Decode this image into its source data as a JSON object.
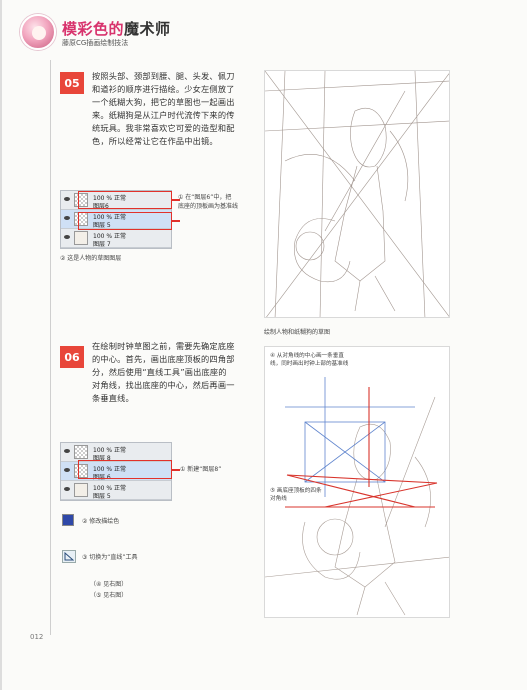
{
  "header": {
    "brand_a": "模彩色的",
    "brand_b": "魔术师",
    "subtitle": "藤原CG插画绘制技法"
  },
  "step5": {
    "number": "05",
    "text": [
      "按照头部、颈部到腰、腿、头发、佩刀",
      "和道衫的顺序进行描绘。少女左侧放了",
      "一个纸糊大狗，把它的草图也一起画出",
      "来。纸糊狗是从江户时代流传下来的传",
      "统玩具。我非常喜欢它可爱的造型和配",
      "色，所以经常让它在作品中出镜。"
    ],
    "layers": [
      {
        "mode": "100 % 正常",
        "name": "图层6"
      },
      {
        "mode": "100 % 正常",
        "name": "图层 5"
      },
      {
        "mode": "100 % 正常",
        "name": "图层 7"
      }
    ],
    "note1": [
      "① 在“图层6”中，把",
      "底座的顶板画为基准线"
    ],
    "note2": "② 这是人物的草图图层",
    "caption": "绘制人物和纸糊狗的草图"
  },
  "step6": {
    "number": "06",
    "text": [
      "在绘制时钟草图之前，需要先确定底座",
      "的中心。首先，画出底座顶板的四角部",
      "分，然后使用“直线工具”画出底座的",
      "对角线，找出底座的中心，然后再画一",
      "条垂直线。"
    ],
    "layers": [
      {
        "mode": "100 % 正常",
        "name": "图层 8"
      },
      {
        "mode": "100 % 正常",
        "name": "图层 6"
      },
      {
        "mode": "100 % 正常",
        "name": "图层 5"
      }
    ],
    "note1": "① 新建“图层8”",
    "note2": "② 修改描绘色",
    "note3": "③ 切换为“直线”工具",
    "note4": "（④ 见右图）",
    "note5": "（⑤ 见右图）",
    "art_note4": [
      "④ 从对角线的中心画一条垂直",
      "线，同时画出时钟上部的基准线"
    ],
    "art_note5": [
      "⑤ 画底座顶板的四条",
      "对角线"
    ],
    "swatch_color": "#2f48a8"
  },
  "page_number": "012"
}
